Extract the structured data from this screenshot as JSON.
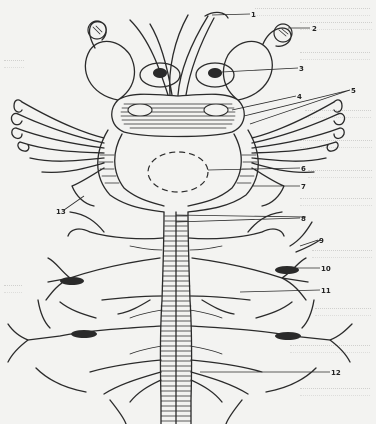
{
  "figure": {
    "labels": [
      "1",
      "2",
      "3",
      "4",
      "5",
      "6",
      "7",
      "8",
      "9",
      "10",
      "11",
      "12",
      "13"
    ]
  }
}
